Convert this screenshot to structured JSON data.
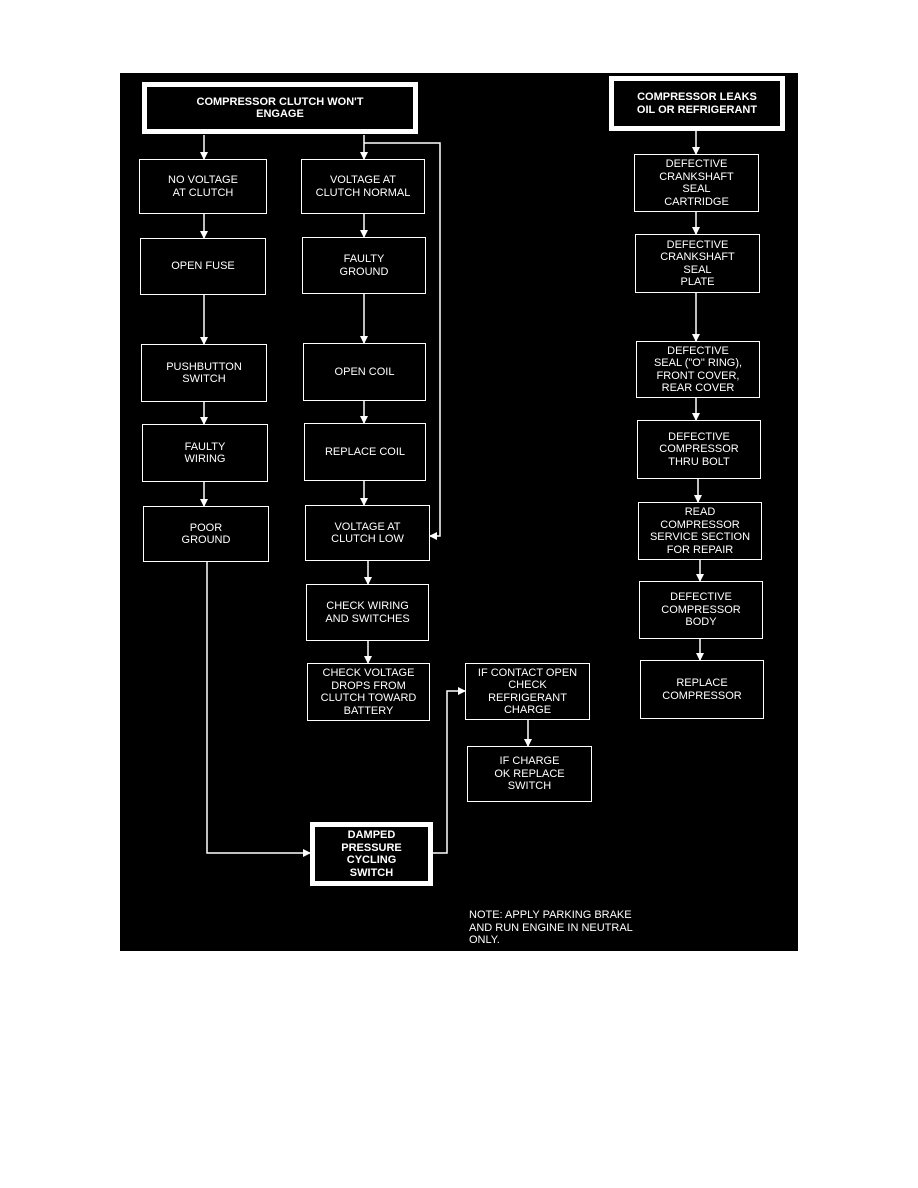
{
  "colors": {
    "background": "#000000",
    "foreground": "#ffffff",
    "page": "#ffffff"
  },
  "boxes": {
    "clutch_wont_engage": "COMPRESSOR CLUTCH WON'T\nENGAGE",
    "no_voltage": "NO VOLTAGE\nAT CLUTCH",
    "voltage_normal": "VOLTAGE AT\nCLUTCH NORMAL",
    "open_fuse": "OPEN FUSE",
    "faulty_ground": "FAULTY\nGROUND",
    "pushbutton_switch": "PUSHBUTTON\nSWITCH",
    "open_coil": "OPEN COIL",
    "faulty_wiring": "FAULTY\nWIRING",
    "replace_coil": "REPLACE COIL",
    "poor_ground": "POOR\nGROUND",
    "voltage_low": "VOLTAGE AT\nCLUTCH LOW",
    "check_wiring": "CHECK WIRING\nAND SWITCHES",
    "check_voltage_drops": "CHECK VOLTAGE\nDROPS FROM\nCLUTCH TOWARD\nBATTERY",
    "contact_open": "IF CONTACT OPEN\nCHECK\nREFRIGERANT\nCHARGE",
    "charge_ok": "IF CHARGE\nOK REPLACE\nSWITCH",
    "damped_switch": "DAMPED\nPRESSURE\nCYCLING\nSWITCH",
    "leaks": "COMPRESSOR LEAKS\nOIL OR REFRIGERANT",
    "seal_cartridge": "DEFECTIVE\nCRANKSHAFT\nSEAL\nCARTRIDGE",
    "seal_plate": "DEFECTIVE\nCRANKSHAFT\nSEAL\nPLATE",
    "seal_o_ring": "DEFECTIVE\nSEAL (\"O\" RING),\nFRONT COVER,\nREAR COVER",
    "thru_bolt": "DEFECTIVE\nCOMPRESSOR\nTHRU BOLT",
    "read_service": "READ\nCOMPRESSOR\nSERVICE SECTION\nFOR REPAIR",
    "compressor_body": "DEFECTIVE\nCOMPRESSOR\nBODY",
    "replace_compressor": "REPLACE\nCOMPRESSOR"
  },
  "note": "NOTE: APPLY PARKING BRAKE\nAND RUN ENGINE IN NEUTRAL\nONLY."
}
